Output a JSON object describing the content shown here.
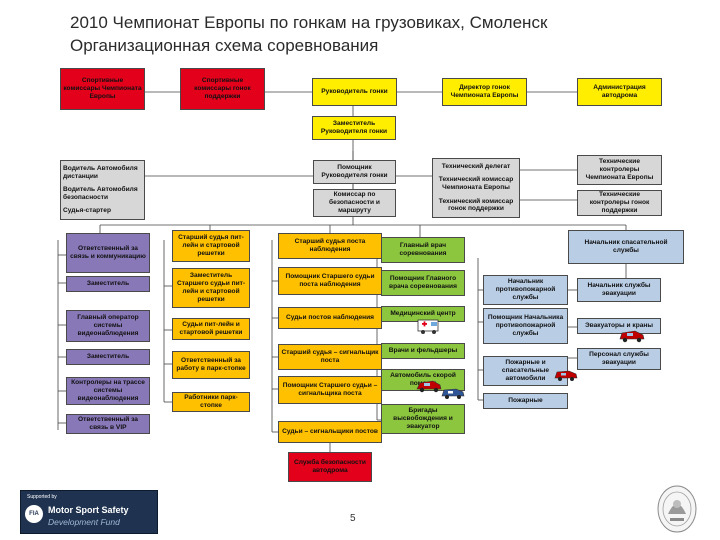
{
  "title": {
    "line1": "2010 Чемпионат Европы по гонкам на грузовиках, Смоленск",
    "line2": "Организационная схема соревнования"
  },
  "boxes": {
    "sport_commissars": "Спортивные комиссары Чемпионата Европы",
    "sport_commissars_support": "Спортивные комиссары гонок поддержки",
    "race_director": "Руководитель гонки",
    "director_ec": "Директор гонок Чемпионата Европы",
    "autodrome_admin": "Администрация автодрома",
    "deputy_director": "Заместитель Руководителя гонки",
    "safety_car_driver": "Водитель Автомобиля дистанции",
    "safety_car_driver2": "Водитель Автомобиля безопасности",
    "starter": "Судья-стартер",
    "assistant_director": "Помощник Руководителя гонки",
    "commissar_safety": "Комиссар по безопасности и маршруту",
    "tech_delegate": "Технический делегат",
    "tech_commissar_ec": "Технический комиссар Чемпионата Европы",
    "tech_commissar_support": "Технический комиссар гонок поддержки",
    "tech_controllers_ec": "Технические контролеры Чемпионата Европы",
    "tech_controllers_support": "Технические контролеры гонок поддержки",
    "resp_comms": "Ответственный за связь и коммуникацию",
    "deputy1": "Заместитель",
    "video_operator": "Главный оператор системы видеонаблюдения",
    "deputy2": "Заместитель",
    "video_controllers": "Контролеры на трассе системы видеонаблюдения",
    "resp_vip": "Ответственный за связь в VIP",
    "senior_pitlane": "Старший судья пит-лейн и стартовой решетки",
    "deputy_senior_pitlane": "Заместитель Старшего судьи пит-лейн и стартовой решетки",
    "pitlane_judges": "Судьи пит-лейн и стартовой решетки",
    "resp_parc_ferme": "Ответственный за работу в парк-стопке",
    "parc_ferme_workers": "Работники парк-стопке",
    "senior_post": "Старший судья поста наблюдения",
    "assistant_senior_post": "Помощник Старшего судьи поста наблюдения",
    "post_judges": "Судьи постов наблюдения",
    "senior_signal": "Старший судья – сигнальщик поста",
    "assistant_signal": "Помощник Старшего судьи – сигнальщика поста",
    "signal_judges": "Судьи – сигнальщики постов",
    "security_service": "Служба безопасности автодрома",
    "chief_doctor": "Главный врач соревнования",
    "assistant_doctor": "Помощник Главного врача соревнования",
    "medical_center": "Медицинский центр",
    "doctors": "Врачи и фельдшеры",
    "ambulance": "Автомобиль скорой помощи",
    "evac_brigades": "Бригады высвобождения и эвакуатор",
    "rescue_chief": "Начальник спасательной службы",
    "fire_chief": "Начальник противопожарной службы",
    "evac_chief": "Начальник службы эвакуации",
    "assistant_fire": "Помощник Начальника противопожарной службы",
    "tow_cranes": "Эвакуаторы и краны",
    "evac_staff": "Персонал службы эвакуации",
    "fire_rescue_cars": "Пожарные и спасательные автомобили",
    "firemen": "Пожарные"
  },
  "logo": {
    "supported_by": "Supported by",
    "fia": "FIA",
    "line1": "Motor Sport Safety",
    "line2": "Development Fund"
  },
  "page_number": "5",
  "colors": {
    "red": "#e3001b",
    "yellow": "#ffee00",
    "gray": "#d7d7d7",
    "purple": "#8878b8",
    "orange": "#ffc000",
    "green": "#8cc63f",
    "light_blue": "#b9cde5"
  }
}
